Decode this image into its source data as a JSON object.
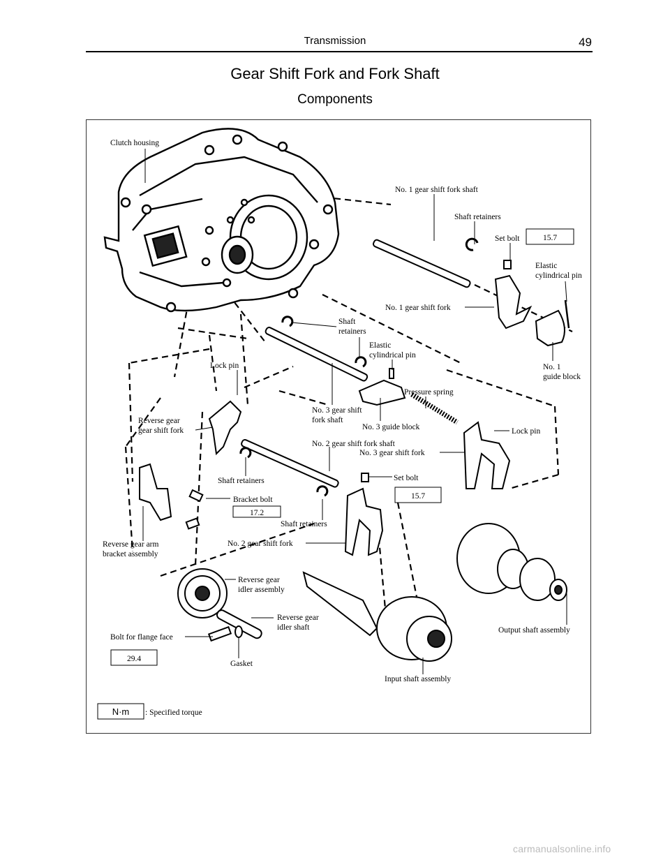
{
  "header": {
    "section_title": "Transmission",
    "page_number": "49"
  },
  "title": "Gear Shift Fork and Fork Shaft",
  "subtitle": "Components",
  "labels": {
    "clutch_housing": "Clutch housing",
    "no1_fork_shaft": "No. 1 gear shift fork shaft",
    "shaft_retainers_top": "Shaft retainers",
    "set_bolt_top": "Set bolt",
    "elastic_pin_right_1": "Elastic",
    "elastic_pin_right_2": "cylindrical pin",
    "no1_shift_fork": "No. 1 gear shift fork",
    "shaft_retainers_mid_1": "Shaft",
    "shaft_retainers_mid_2": "retainers",
    "elastic_pin_mid_1": "Elastic",
    "elastic_pin_mid_2": "cylindrical pin",
    "no1_guide_block_1": "No. 1",
    "no1_guide_block_2": "guide block",
    "lock_pin_left": "Lock pin",
    "pressure_spring": "Pressure spring",
    "no3_fork_shaft_1": "No. 3  gear  shift",
    "no3_fork_shaft_2": "fork shaft",
    "reverse_shift_fork_1": "Reverse  gear",
    "reverse_shift_fork_2": "gear shift fork",
    "no3_guide_block": "No. 3 guide block",
    "lock_pin_right": "Lock pin",
    "no2_fork_shaft": "No. 2 gear shift fork shaft",
    "no3_shift_fork": "No. 3 gear shift fork",
    "shaft_retainers_left": "Shaft retainers",
    "set_bolt_mid": "Set bolt",
    "bracket_bolt": "Bracket bolt",
    "shaft_retainers_low": "Shaft retainers",
    "reverse_arm_1": "Reverse  gear  arm",
    "reverse_arm_2": "bracket assembly",
    "no2_shift_fork": "No. 2 gear shift fork",
    "reverse_idler_1": "Reverse gear",
    "reverse_idler_2": "idler assembly",
    "reverse_idler_shaft_1": "Reverse gear",
    "reverse_idler_shaft_2": "idler shaft",
    "output_shaft": "Output shaft assembly",
    "bolt_flange": "Bolt for flange face",
    "gasket": "Gasket",
    "input_shaft": "Input shaft assembly",
    "legend_text": ": Specified torque"
  },
  "torques": {
    "set_bolt_top": "15.7",
    "set_bolt_mid": "15.7",
    "bracket_bolt": "17.2",
    "bolt_flange": "29.4",
    "legend_unit": "N·m"
  },
  "watermark": "carmanualsonline.info"
}
